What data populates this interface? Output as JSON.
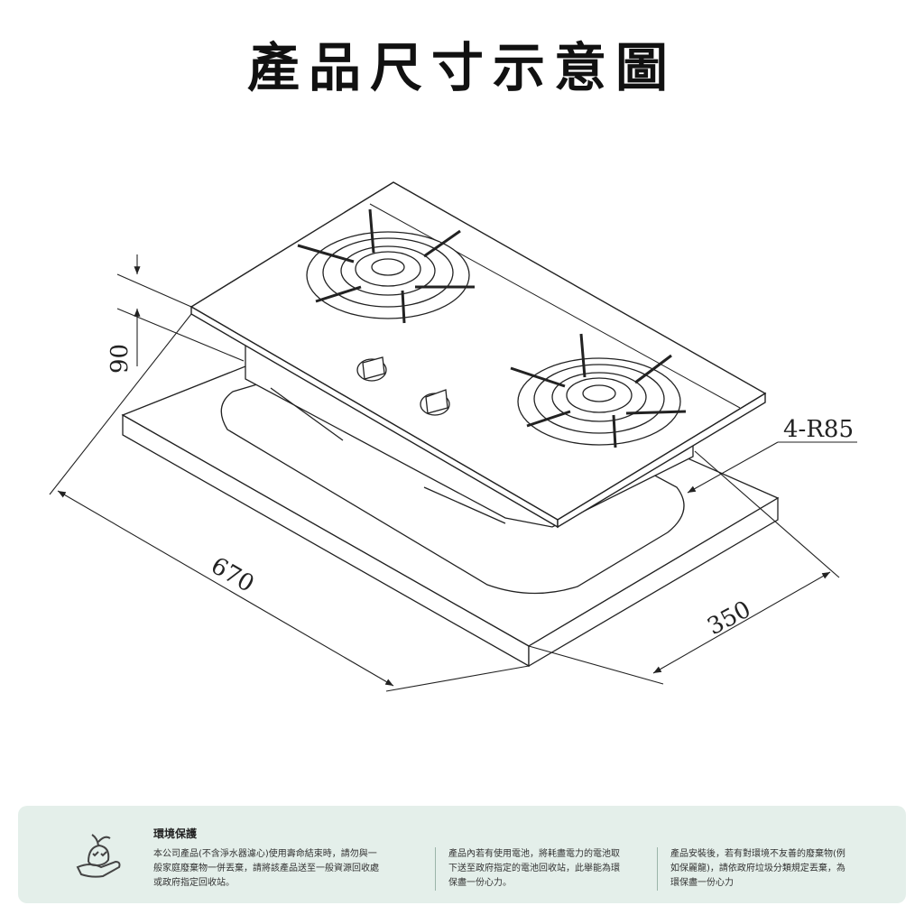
{
  "title": "產品尺寸示意圖",
  "dimensions": {
    "height": "90",
    "width": "670",
    "depth": "350",
    "corner_radius": "4-R85"
  },
  "eco": {
    "heading": "環境保護",
    "col1": "本公司產品(不含淨水器濾心)使用壽命結束時，請勿與一\n般家庭廢棄物一併丟棄，請將該產品送至一般資源回收處\n或政府指定回收站。",
    "col2": "產品內若有使用電池，將耗盡電力的電池取\n下送至政府指定的電池回收站，此舉能為環\n保盡一份心力。",
    "col3": "產品安裝後，若有對環境不友善的廢棄物(例\n如保麗龍)，請依政府垃圾分類規定丟棄，為\n環保盡一份心力"
  }
}
